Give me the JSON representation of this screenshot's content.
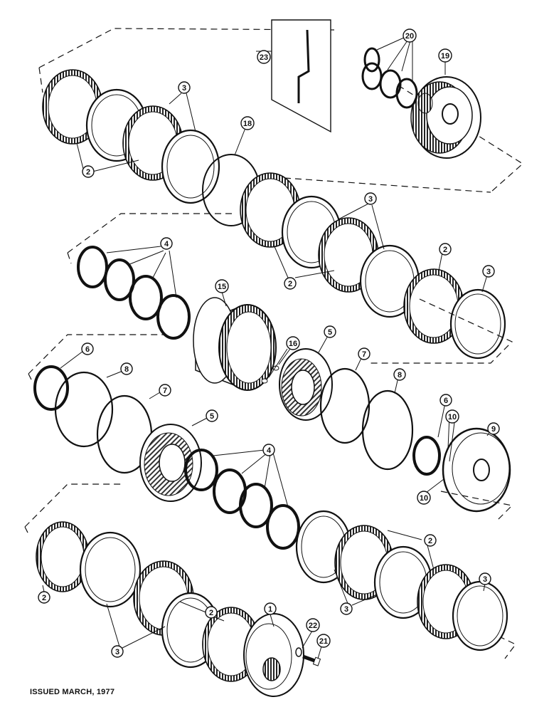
{
  "footer": {
    "issued": "ISSUED MARCH, 1977"
  },
  "callouts": {
    "c1": "1",
    "c2": "2",
    "c3": "3",
    "c4": "4",
    "c5": "5",
    "c6": "6",
    "c7": "7",
    "c8": "8",
    "c9": "9",
    "c10": "10",
    "c15": "15",
    "c16": "16",
    "c18": "18",
    "c19": "19",
    "c20": "20",
    "c21": "21",
    "c22": "22",
    "c23": "23"
  }
}
